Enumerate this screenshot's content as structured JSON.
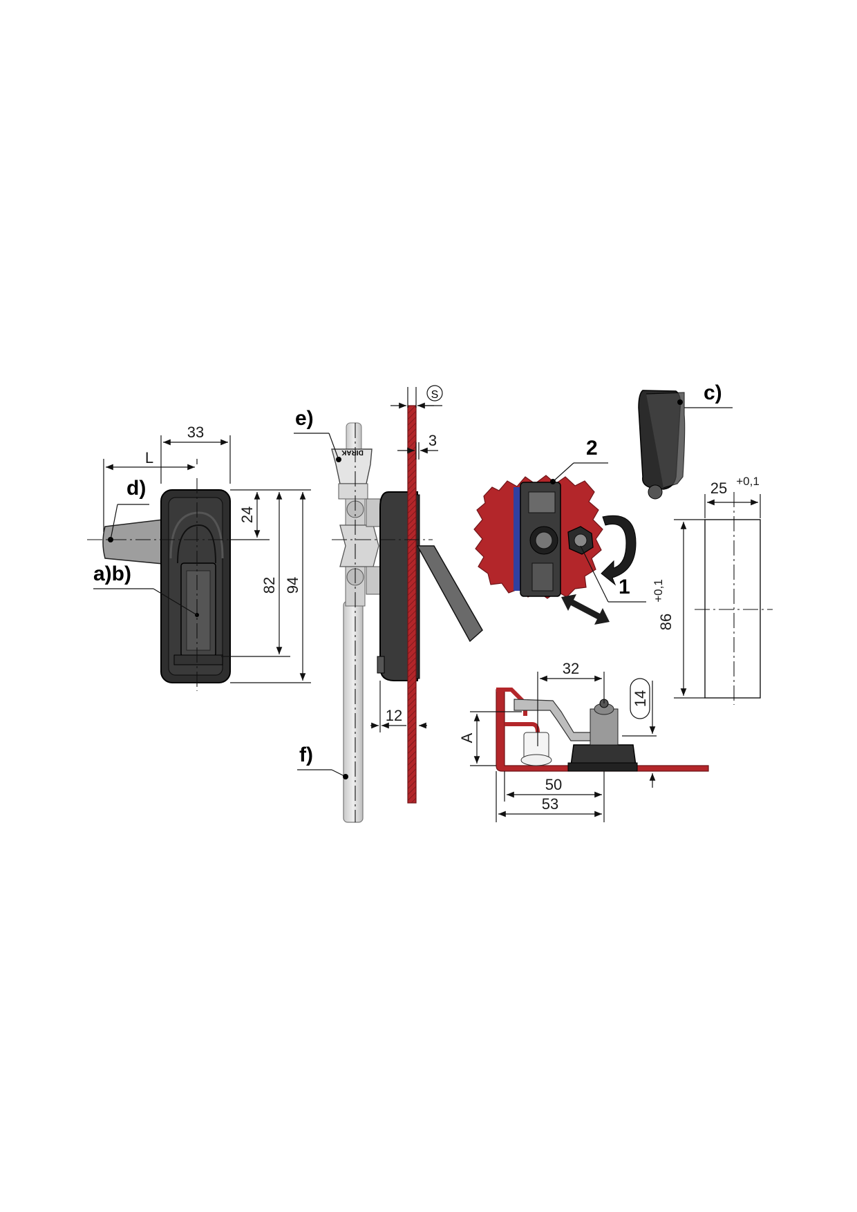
{
  "colors": {
    "panel_red": "#b3262a",
    "dark_red": "#8e1d22",
    "body_black": "#2a2a2a",
    "grey": "#9a9a9a",
    "light_grey": "#dedede",
    "blue_gasket": "#3040a0"
  },
  "labels": {
    "a_b": "a)b)",
    "c": "c)",
    "d": "d)",
    "e": "e)",
    "f": "f)",
    "step_1": "1",
    "step_2": "2",
    "logo_text": "DIRAK"
  },
  "dimensions": {
    "width_33": "33",
    "l": "L",
    "h_24": "24",
    "h_82": "82",
    "h_94": "94",
    "s": "S",
    "t_3": "3",
    "d_12": "12",
    "w_25": "25",
    "w_25_tol": "+0,1",
    "h_86": "86",
    "h_86_tol": "+0,1",
    "d_32": "32",
    "d_14": "14",
    "a": "A",
    "d_50": "50",
    "d_53": "53"
  }
}
